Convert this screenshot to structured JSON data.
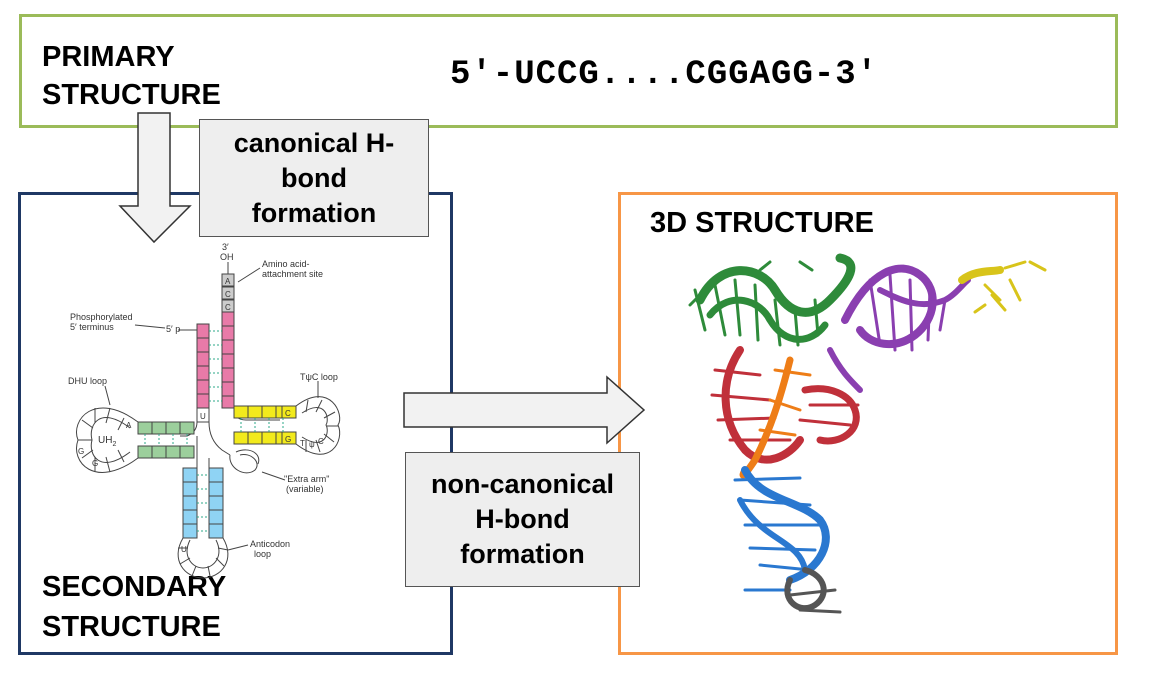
{
  "primary": {
    "title_line1": "PRIMARY",
    "title_line2": "STRUCTURE",
    "sequence": "5'-UCCG....CGGAGG-3'"
  },
  "secondary": {
    "title_line1": "SECONDARY",
    "title_line2": "STRUCTURE",
    "trna_labels": {
      "three_prime": "3′",
      "oh": "OH",
      "amino_site_line1": "Amino acid-",
      "amino_site_line2": "attachment site",
      "phospho_line1": "Phosphorylated",
      "phospho_line2": "5′ terminus",
      "five_p": "5′ p",
      "dhu_loop": "DHU loop",
      "uh2": "UH",
      "uh2_sub": "2",
      "tpsic_loop": "TψC loop",
      "extra_arm_line1": "\"Extra arm\"",
      "extra_arm_line2": "(variable)",
      "anticodon_line1": "Anticodon",
      "anticodon_line2": "loop",
      "base_a1": "A",
      "base_c1": "C",
      "base_c2": "C",
      "base_u_stem": "U",
      "base_a_dhu": "A",
      "base_g_dhu1": "G",
      "base_g_dhu2": "G",
      "base_c_tpsi": "C",
      "base_g_tpsi": "G",
      "base_t": "T",
      "base_psi": "ψ",
      "base_c_loop": "C",
      "base_u_anti": "U"
    }
  },
  "tertiary": {
    "title": "3D STRUCTURE"
  },
  "transitions": {
    "canonical_line1": "canonical H-",
    "canonical_line2": "bond",
    "canonical_line3": "formation",
    "noncanonical_line1": "non-canonical",
    "noncanonical_line2": "H-bond",
    "noncanonical_line3": "formation"
  },
  "colors": {
    "primary_border": "#9bbb59",
    "secondary_border": "#1f3864",
    "tertiary_border": "#f79646",
    "acceptor_stem": "#e87aa8",
    "dhu_stem": "#9ccf9c",
    "tpsic_stem": "#f2ea1c",
    "anticodon_stem": "#8fd3f4",
    "helix_green": "#2e8b3a",
    "helix_purple": "#8a3fb0",
    "helix_red": "#c0303a",
    "helix_orange": "#ee7d17",
    "helix_blue": "#2a78d0",
    "helix_gray": "#555555",
    "helix_yellow": "#d8c41a"
  }
}
